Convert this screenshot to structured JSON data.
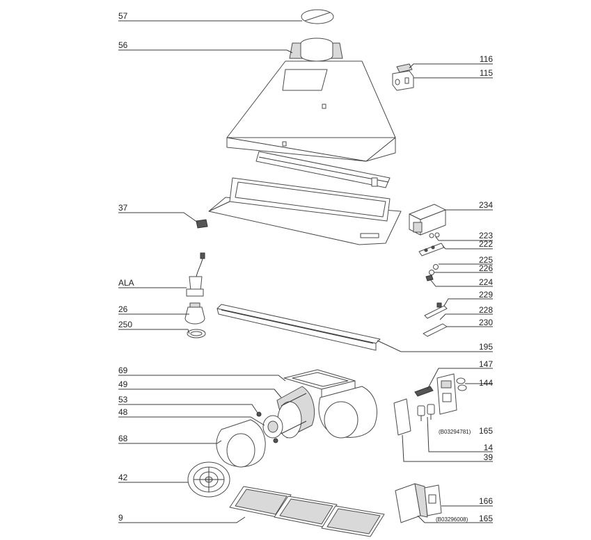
{
  "diagram": {
    "callouts": {
      "c57": "57",
      "c56": "56",
      "c116": "116",
      "c115": "115",
      "c37": "37",
      "c234": "234",
      "c223": "223",
      "c222": "222",
      "c225": "225",
      "c226": "226",
      "c224": "224",
      "cALA": "ALA",
      "c26": "26",
      "c250": "250",
      "c229": "229",
      "c228": "228",
      "c230": "230",
      "c195": "195",
      "c147": "147",
      "c69": "69",
      "c144": "144",
      "c49": "49",
      "c53": "53",
      "c48": "48",
      "c165a": "165",
      "c165a_code": "(B03294781)",
      "c68": "68",
      "c14": "14",
      "c39": "39",
      "c42": "42",
      "c166": "166",
      "c9": "9",
      "c165b": "165",
      "c165b_code": "(B03296008)"
    }
  }
}
